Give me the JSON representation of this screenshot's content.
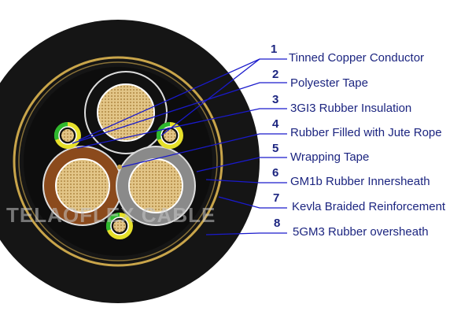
{
  "watermark": "TELAOFLEX CABLE",
  "labels": [
    {
      "number": "1",
      "text": "Tinned Copper Conductor"
    },
    {
      "number": "2",
      "text": "Polyester Tape"
    },
    {
      "number": "3",
      "text": "3GI3 Rubber Insulation"
    },
    {
      "number": "4",
      "text": "Rubber Filled with Jute Rope"
    },
    {
      "number": "5",
      "text": "Wrapping Tape"
    },
    {
      "number": "6",
      "text": "GM1b Rubber Innersheath"
    },
    {
      "number": "7",
      "text": "Kevla Braided Reinforcement"
    },
    {
      "number": "8",
      "text": "5GM3 Rubber oversheath"
    }
  ],
  "colors": {
    "label": "#1c2580",
    "leader": "#1a1acc",
    "copper": "#d9b878",
    "brown": "#8b4a1c",
    "gray": "#8a8a8a",
    "braid": "#c9a54a"
  }
}
